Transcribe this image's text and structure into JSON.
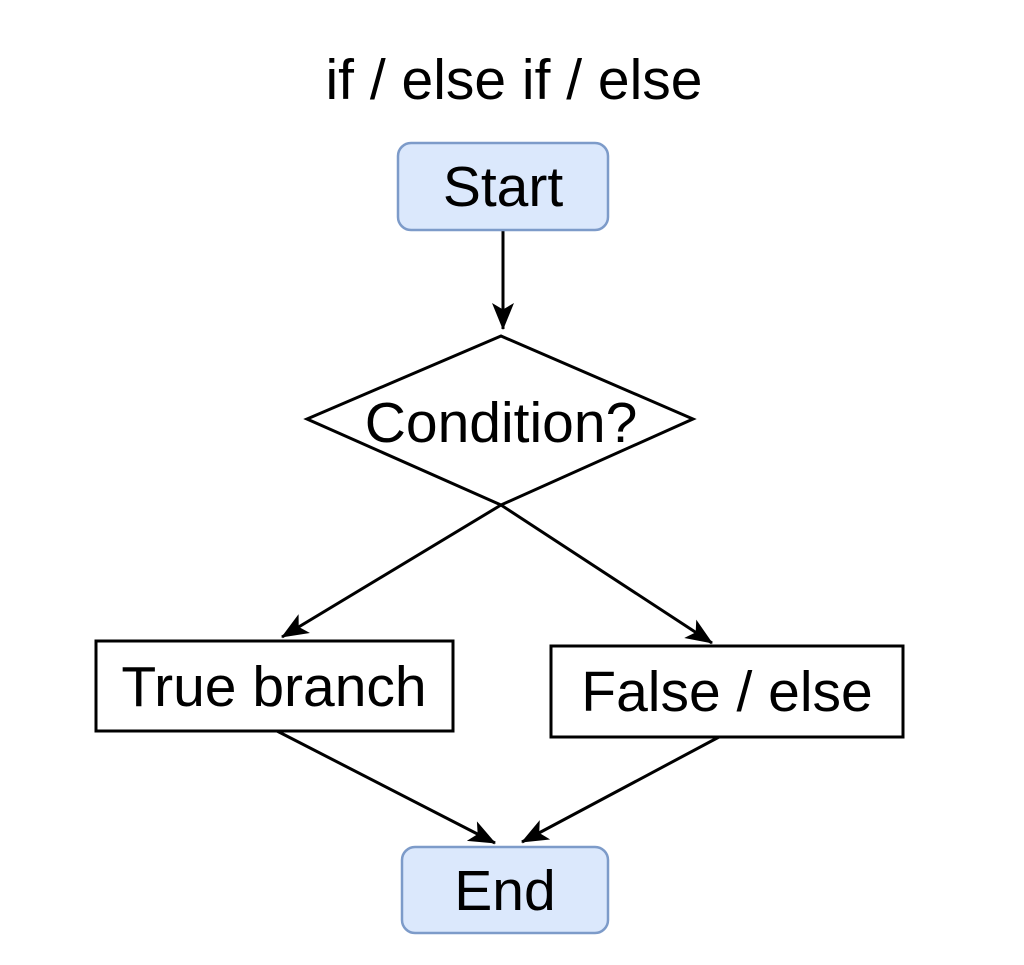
{
  "diagram": {
    "title": "if / else if / else",
    "nodes": {
      "start": {
        "label": "Start",
        "type": "terminal"
      },
      "condition": {
        "label": "Condition?",
        "type": "decision"
      },
      "true_branch": {
        "label": "True branch",
        "type": "process"
      },
      "false_branch": {
        "label": "False / else",
        "type": "process"
      },
      "end": {
        "label": "End",
        "type": "terminal"
      }
    },
    "edges": [
      {
        "from": "start",
        "to": "condition"
      },
      {
        "from": "condition",
        "to": "true_branch"
      },
      {
        "from": "condition",
        "to": "false_branch"
      },
      {
        "from": "true_branch",
        "to": "end"
      },
      {
        "from": "false_branch",
        "to": "end"
      }
    ],
    "colors": {
      "terminal_fill": "#dbe8fc",
      "terminal_stroke": "#7d9bc9",
      "process_fill": "#ffffff",
      "process_stroke": "#000000",
      "connector": "#000000",
      "text": "#000000",
      "background": "#ffffff"
    }
  }
}
